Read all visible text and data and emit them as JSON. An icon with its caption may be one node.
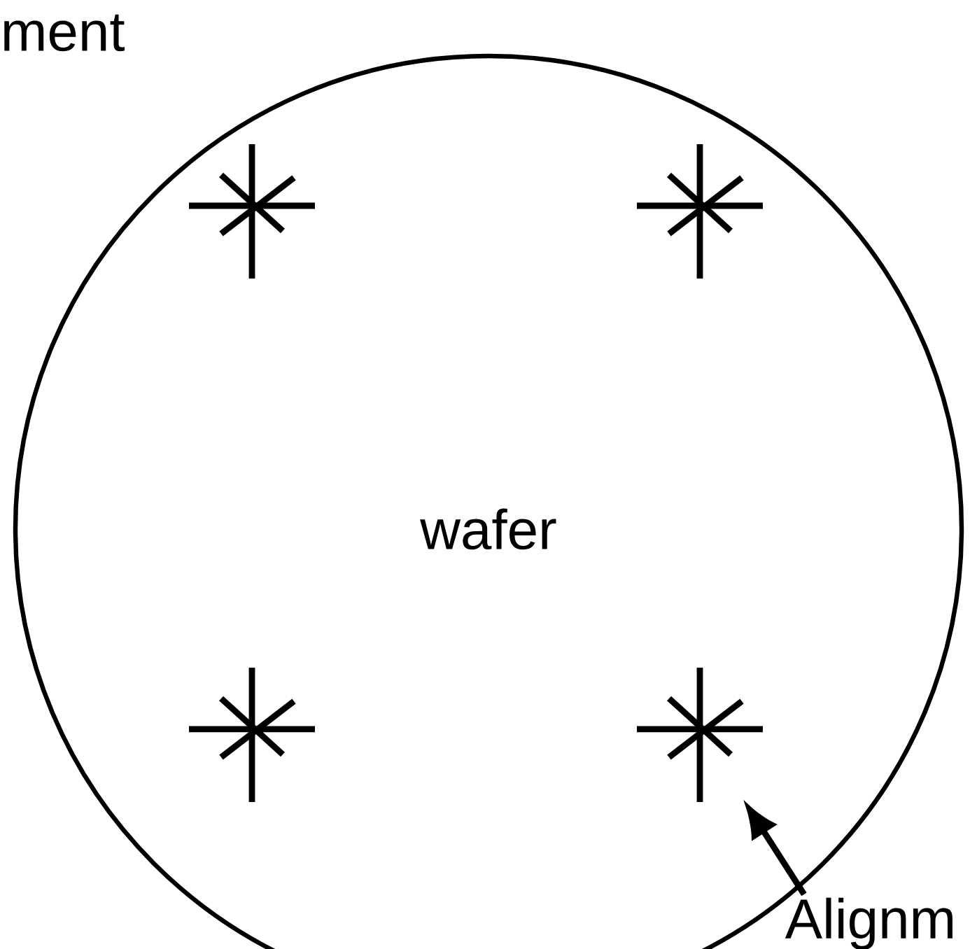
{
  "diagram": {
    "nodes": [
      {
        "text": [
          "wafer"
        ]
      },
      {
        "text": [],
        "shape": "cross",
        "in": 0
      },
      {
        "text": [],
        "shape": "cross",
        "in": 0
      },
      {
        "text": [],
        "shape": "cross",
        "in": 0
      },
      {
        "text": [],
        "shape": "cross",
        "in": 0
      },
      {
        "text": [
          "Alignm"
        ]
      }
    ],
    "edges": [
      {
        "from": 5,
        "to": 4,
        "arrow": "to"
      }
    ],
    "labels": [
      "ment"
    ]
  }
}
